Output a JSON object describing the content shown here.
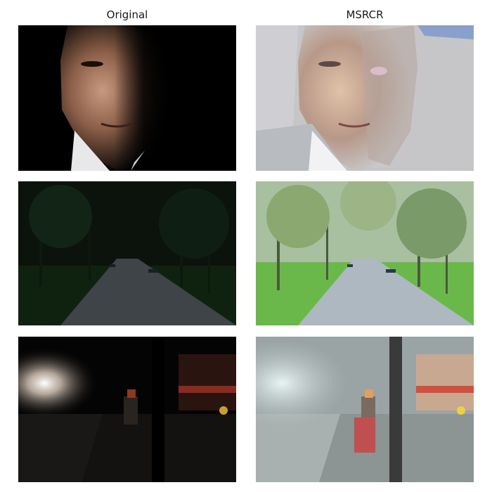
{
  "columns": [
    {
      "title": "Original"
    },
    {
      "title": "MSRCR"
    }
  ],
  "rows": [
    {
      "subject": "portrait-face"
    },
    {
      "subject": "park-path"
    },
    {
      "subject": "night-street"
    }
  ]
}
